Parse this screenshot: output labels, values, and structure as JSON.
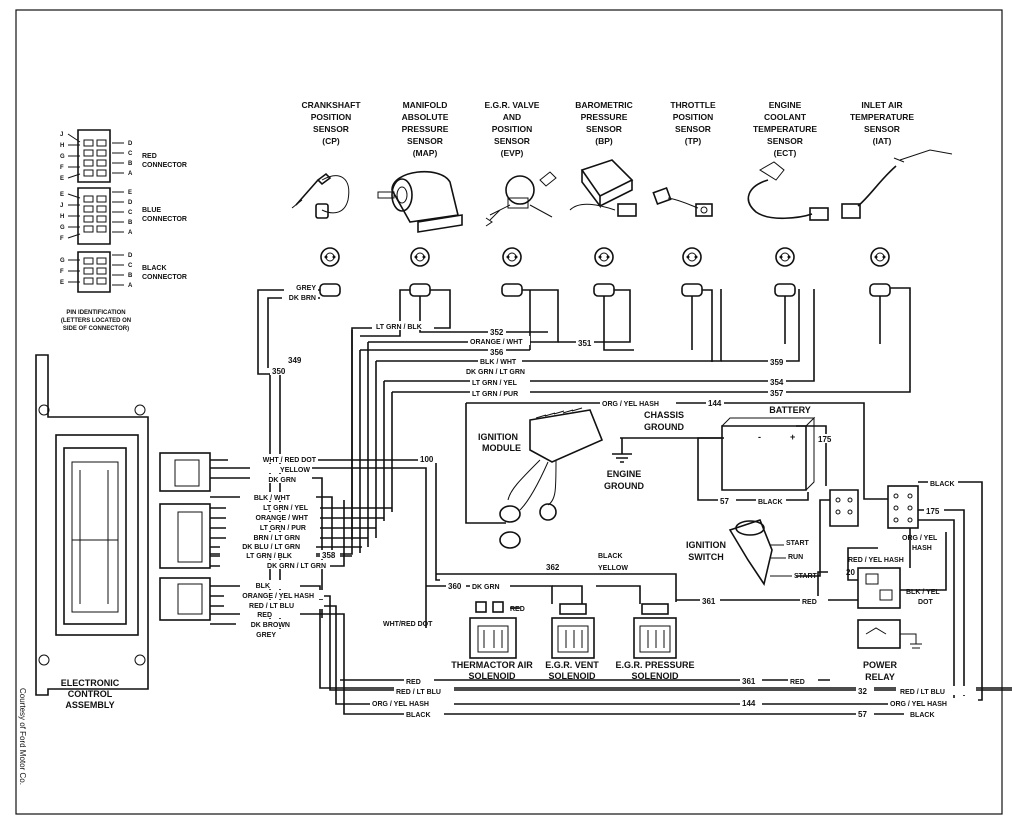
{
  "sensors": [
    {
      "l1": "CRANKSHAFT",
      "l2": "POSITION",
      "l3": "SENSOR",
      "l4": "(CP)",
      "l5": ""
    },
    {
      "l1": "MANIFOLD",
      "l2": "ABSOLUTE",
      "l3": "PRESSURE",
      "l4": "SENSOR",
      "l5": "(MAP)"
    },
    {
      "l1": "E.G.R. VALVE",
      "l2": "AND",
      "l3": "POSITION",
      "l4": "SENSOR",
      "l5": "(EVP)"
    },
    {
      "l1": "BAROMETRIC",
      "l2": "PRESSURE",
      "l3": "SENSOR",
      "l4": "(BP)",
      "l5": ""
    },
    {
      "l1": "THROTTLE",
      "l2": "POSITION",
      "l3": "SENSOR",
      "l4": "(TP)",
      "l5": ""
    },
    {
      "l1": "ENGINE",
      "l2": "COOLANT",
      "l3": "TEMPERATURE",
      "l4": "SENSOR",
      "l5": "(ECT)"
    },
    {
      "l1": "INLET AIR",
      "l2": "TEMPERATURE",
      "l3": "SENSOR",
      "l4": "(IAT)",
      "l5": ""
    }
  ],
  "pin_id": {
    "red_connector": [
      "RED",
      "CONNECTOR"
    ],
    "blue_connector": [
      "BLUE",
      "CONNECTOR"
    ],
    "black_connector": [
      "BLACK",
      "CONNECTOR"
    ],
    "red_letters_left": [
      "J",
      "H",
      "G",
      "F",
      "E"
    ],
    "red_letters_right": [
      "D",
      "C",
      "B",
      "A"
    ],
    "blue_letters_left": [
      "E",
      "J",
      "H",
      "G",
      "F"
    ],
    "blue_letters_right": [
      "E",
      "D",
      "C",
      "B",
      "A"
    ],
    "black_letters_left": [
      "G",
      "F",
      "E"
    ],
    "black_letters_right": [
      "D",
      "C",
      "B",
      "A"
    ],
    "note": [
      "PIN IDENTIFICATION",
      "(LETTERS LOCATED ON",
      "SIDE OF CONNECTOR)"
    ]
  },
  "ecu": {
    "l1": "ELECTRONIC",
    "l2": "CONTROL",
    "l3": "ASSEMBLY"
  },
  "wires": {
    "grey": "GREY",
    "dk_brn": "DK BRN",
    "ltgrn_blk": "LT GRN / BLK",
    "orange_wht": "ORANGE / WHT",
    "blk_wht": "BLK / WHT",
    "dkgrn_ltgrn": "DK GRN / LT GRN",
    "ltgrn_yel": "LT GRN / YEL",
    "ltgrn_pur": "LT GRN / PUR",
    "org_yel_hash": "ORG / YEL HASH",
    "wht_red_dot": "WHT / RED DOT",
    "yellow": "YELLOW",
    "dk_grn": "DK GRN",
    "blk_wht2": "BLK / WHT",
    "lt_grn_yel2": "LT GRN / YEL",
    "orange_wht2": "ORANGE / WHT",
    "lt_grn_pur2": "LT GRN / PUR",
    "brn_lt_grn": "BRN / LT GRN",
    "dk_blu_lt_grn": "DK BLU / LT GRN",
    "lt_grn_blk2": "LT GRN / BLK",
    "dk_grn_lt_grn2": "DK GRN / LT GRN",
    "blk": "BLK",
    "orange_yel_hash": "ORANGE / YEL HASH",
    "red_lt_blu": "RED / LT BLU",
    "red": "RED",
    "dk_brown": "DK BROWN",
    "grey2": "GREY",
    "red_b1": "RED",
    "red_lt_blu_b": "RED / LT BLU",
    "org_yel_hash_b": "ORG / YEL HASH",
    "black_b": "BLACK",
    "dk_grn_360": "DK GRN",
    "yellow_362": "YELLOW",
    "black_ign": "BLACK",
    "black_bat": "BLACK",
    "black_top": "BLACK",
    "org_yel_hash_r": "ORG / YEL",
    "hash": "HASH",
    "red_yel_hash": "RED / YEL HASH",
    "blk_yel": "BLK / YEL",
    "dot": "DOT",
    "red_361": "RED",
    "red_lt_blu_r": "RED / LT BLU",
    "org_yel_hash_r2": "ORG / YEL HASH",
    "black_r": "BLACK",
    "wht_red_dot_sol": "WHT/RED DOT",
    "red_sol": "RED",
    "org_yel_hash_top": "ORG / YEL HASH"
  },
  "circuits": {
    "c352": "352",
    "c356": "356",
    "c351": "351",
    "c359": "359",
    "c354": "354",
    "c357": "357",
    "c349": "349",
    "c350": "350",
    "c144_top": "144",
    "c100": "100",
    "c358": "358",
    "c360": "360",
    "c362": "362",
    "c361": "361",
    "c361b": "361",
    "c32": "32",
    "c144": "144",
    "c57": "57",
    "c57_bat": "57",
    "c175": "175",
    "c175b": "175",
    "c20": "20"
  },
  "components": {
    "ignition_module": [
      "IGNITION",
      "MODULE"
    ],
    "chassis_ground": [
      "CHASSIS",
      "GROUND"
    ],
    "engine_ground": [
      "ENGINE",
      "GROUND"
    ],
    "battery": "BATTERY",
    "ignition_switch": [
      "IGNITION",
      "SWITCH"
    ],
    "start": "START",
    "run": "RUN",
    "start2": "START",
    "power_relay": [
      "POWER",
      "RELAY"
    ],
    "thermactor": [
      "THERMACTOR AIR",
      "SOLENOID"
    ],
    "egr_vent": [
      "E.G.R. VENT",
      "SOLENOID"
    ],
    "egr_pressure": [
      "E.G.R. PRESSURE",
      "SOLENOID"
    ]
  },
  "credit": "Courtesy of Ford Motor Co."
}
